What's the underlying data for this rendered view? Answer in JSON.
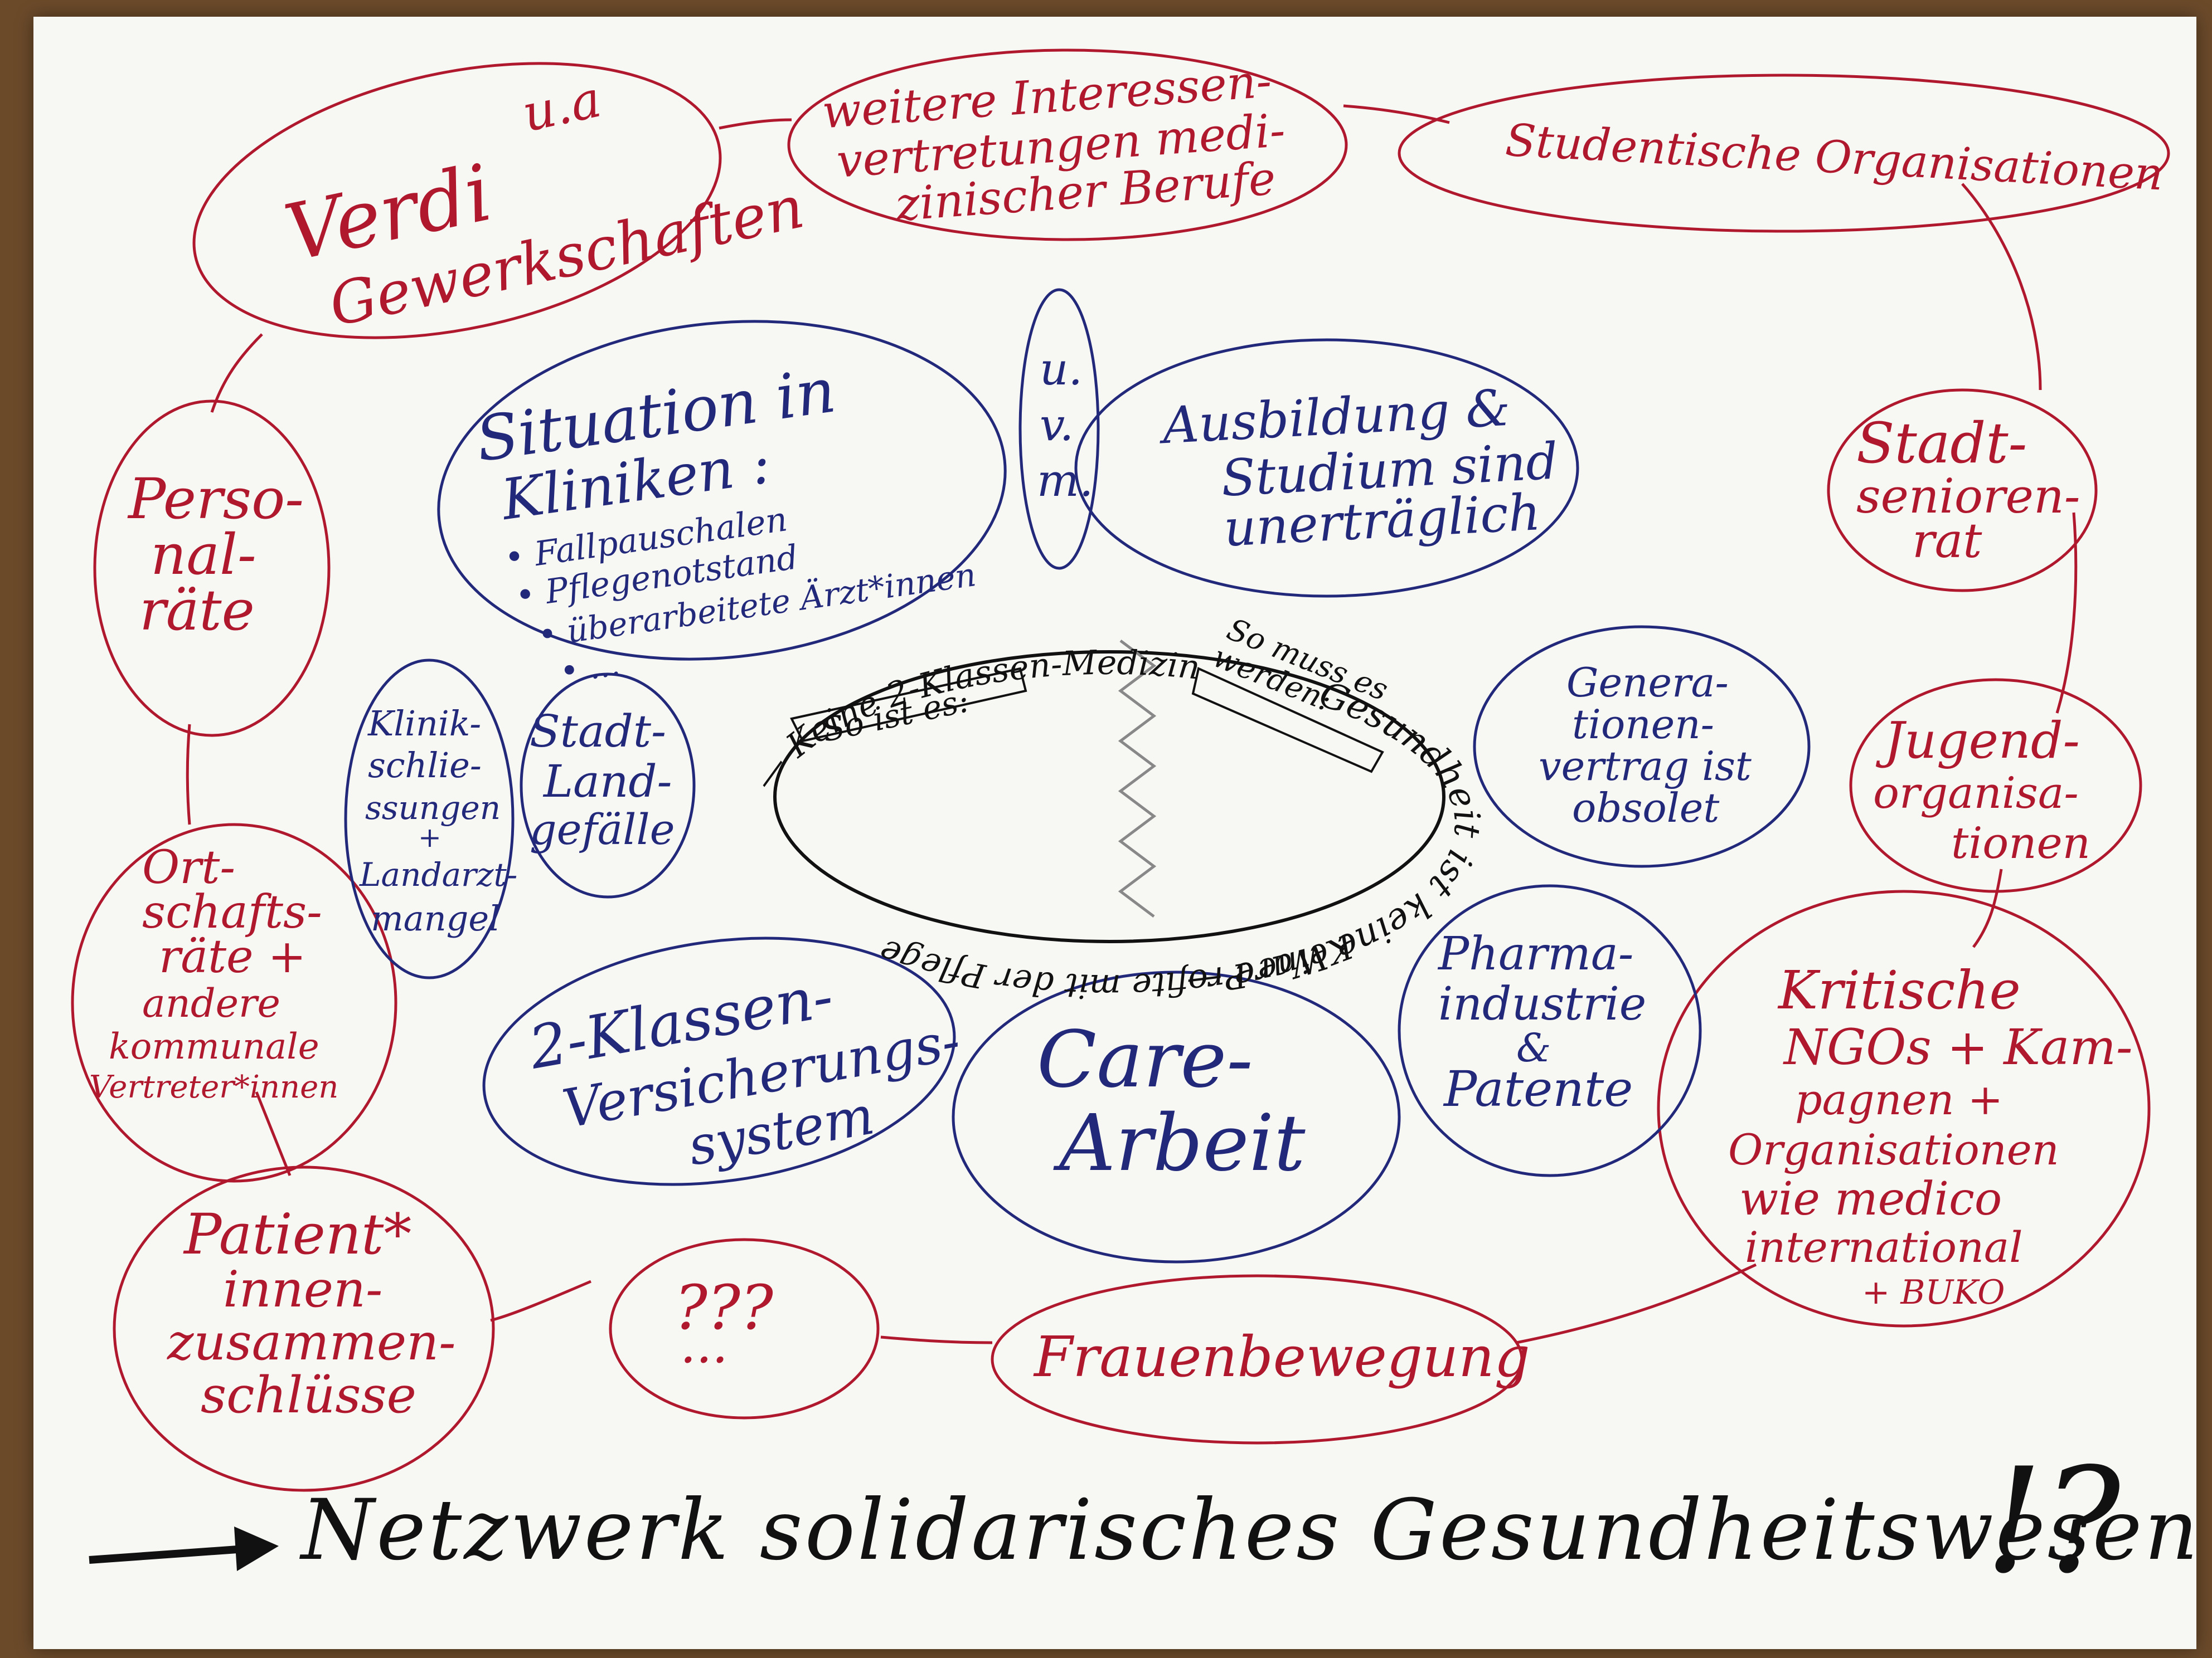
{
  "title": "Netzwerk solidarisches Gesundheitswesen",
  "title_mark": "!?",
  "colors": {
    "outer": "#b0182e",
    "inner": "#23297a",
    "center": "#111111",
    "paper": "#f7f7f4"
  },
  "outer_nodes": {
    "verdi": {
      "line1": "Verdi",
      "line2": "u.a",
      "line3": "Gewerkschaften"
    },
    "weitere": {
      "line1": "weitere Interessen-",
      "line2": "vertretungen medi-",
      "line3": "zinischer Berufe"
    },
    "studentische": {
      "line1": "Studentische Organisationen"
    },
    "stadtseniorenrat": {
      "line1": "Stadt-",
      "line2": "senioren-",
      "line3": "rat"
    },
    "jugend": {
      "line1": "Jugend-",
      "line2": "organisa-",
      "line3": "tionen"
    },
    "kritische": {
      "line1": "Kritische",
      "line2": "NGOs + Kam-",
      "line3": "pagnen +",
      "line4": "Organisationen",
      "line5": "wie medico",
      "line6": "international",
      "line7": "+ BUKO"
    },
    "frauen": {
      "line1": "Frauenbewegung"
    },
    "fragezeichen": {
      "line1": "???",
      "line2": "..."
    },
    "patient": {
      "line1": "Patient*",
      "line2": "innen-",
      "line3": "zusammen-",
      "line4": "schlüsse"
    },
    "ortschaft": {
      "line1": "Ort-",
      "line2": "schafts-",
      "line3": "räte +",
      "line4": "andere",
      "line5": "kommunale",
      "line6": "Vertreter*innen"
    },
    "personal": {
      "line1": "Perso-",
      "line2": "nal-",
      "line3": "räte"
    }
  },
  "inner_nodes": {
    "situation": {
      "line1": "Situation in",
      "line2": "Kliniken :",
      "bullet1": "• Fallpauschalen",
      "bullet2": "• Pflegenotstand",
      "bullet3": "• überarbeitete Ärzt*innen",
      "bullet4": "• ..."
    },
    "uvm": {
      "line1": "u.",
      "line2": "v.",
      "line3": "m."
    },
    "ausbildung": {
      "line1": "Ausbildung &",
      "line2": "Studium sind",
      "line3": "unerträglich"
    },
    "generation": {
      "line1": "Genera-",
      "line2": "tionen-",
      "line3": "vertrag ist",
      "line4": "obsolet"
    },
    "pharma": {
      "line1": "Pharma-",
      "line2": "industrie",
      "line3": "&",
      "line4": "Patente"
    },
    "care": {
      "line1": "Care-",
      "line2": "Arbeit"
    },
    "zweiklassen": {
      "line1": "2-Klassen-",
      "line2": "Versicherungs-",
      "line3": "system"
    },
    "klinik": {
      "line1": "Klinik-",
      "line2": "schlie-",
      "line3": "ssungen",
      "line4": "+",
      "line5": "Landarzt-",
      "line6": "mangel"
    },
    "stadtland": {
      "line1": "Stadt-",
      "line2": "Land-",
      "line3": "gefälle"
    }
  },
  "center": {
    "top": "Gesundheit ist keine Ware —",
    "right": "Keine Profite mit der Pflege",
    "bottom": "— Keine 2-Klassen-Medizin",
    "left_label": "So ist es:",
    "right_label1": "So muss es",
    "right_label2": "werden:"
  }
}
